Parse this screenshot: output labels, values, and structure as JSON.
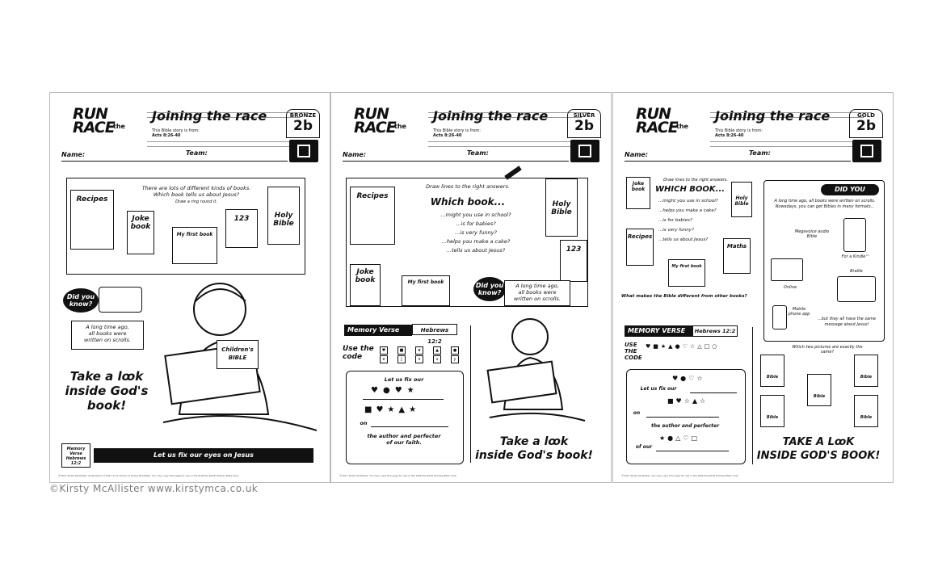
{
  "sheets": [
    {
      "logo_top": "RUN",
      "logo_the": "the",
      "logo_bottom": "RACE",
      "title": "Joining the race",
      "story_intro": "This Bible story is from:",
      "reference": "Acts 8:26-40",
      "level": "BRONZE",
      "code": "2b",
      "name_label": "Name:",
      "team_label": "Team:",
      "instructions_1": "There are lots of different kinds of books.",
      "instructions_2": "Which book tells us about Jesus?",
      "instructions_3": "Draw a ring round it.",
      "books": [
        "Recipes",
        "Joke book",
        "My first book",
        "123",
        "Holy Bible"
      ],
      "did_you_know": "Did you know?",
      "fact_1": "A long time ago,",
      "fact_2": "all books were",
      "fact_3": "written on scrolls.",
      "bible_cover": "Children's BIBLE",
      "slogan_1": "Take a l",
      "slogan_2": "k",
      "slogan_3": "inside God's",
      "slogan_4": "book!",
      "memory_label": "Memory Verse",
      "memory_ref": "Hebrews 12:2",
      "bar_text": "Let us fix our eyes on Jesus",
      "footer": "©2017 Kirsty McAllister. Illustrations ©2017 S.Lia Fenton & Kirsty McAllister. You may copy this page for use in the RUN the RACE Holiday Bible Club."
    },
    {
      "title": "Joining the race",
      "story_intro": "This Bible story is from:",
      "reference": "Acts 8:26-40",
      "level": "SILVER",
      "code": "2b",
      "name_label": "Name:",
      "team_label": "Team:",
      "instruction": "Draw lines to the right answers.",
      "heading": "Which book...",
      "questions": [
        "...might you use in school?",
        "...is for babies?",
        "...is very funny?",
        "...helps you make a cake?",
        "...tells us about Jesus?"
      ],
      "did_you_know": "Did you know?",
      "fact_1": "A long time ago,",
      "fact_2": "all books were",
      "fact_3": "written on scrolls.",
      "memory_label": "Memory Verse",
      "memory_ref": "Hebrews 12:2",
      "use_code": "Use the code",
      "code_letters": [
        "e",
        "J",
        "s",
        "u",
        "y"
      ],
      "verse_1": "Let us fix our",
      "verse_on": "on",
      "verse_2": "the author and perfecter",
      "verse_3": "of our faith.",
      "slogan_1": "Take a l",
      "slogan_2": "k",
      "slogan_3": "inside God's book!",
      "footer": "©2017 Kirsty McAllister. You may copy this page for use in the RUN the RACE Holiday Bible Club."
    },
    {
      "title": "Joining the race",
      "story_intro": "This Bible story is from:",
      "reference": "Acts 8:26-40",
      "level": "GOLD",
      "code": "2b",
      "name_label": "Name:",
      "team_label": "Team:",
      "instruction": "Draw lines to the right answers.",
      "heading": "WHICH BOOK...",
      "questions": [
        "...might you use in school?",
        "...helps you make a cake?",
        "...is for babies?",
        "...is very funny?",
        "...tells us about Jesus?"
      ],
      "question_bottom": "What makes the Bible different from other books?",
      "did_you_know": "DID YOU KNOW?",
      "fact": "A long time ago, all books were written on scrolls. Nowadays, you can get Bibles in many formats...",
      "formats": [
        "Megavoice audio Bible",
        "For a Kindle™",
        "Online",
        "Braille",
        "Mobile phone app"
      ],
      "fact_end": "...but they all have the same message about Jesus!",
      "memory_label": "MEMORY VERSE",
      "memory_ref": "Hebrews 12:2",
      "use_code": "USE THE CODE",
      "verse_1": "Let us fix our",
      "verse_on": "on",
      "verse_2": "the author and perfecter",
      "verse_3": "of our",
      "same_prompt": "Which two pictures are exactly the same?",
      "bible_label": "Bible",
      "slogan_1": "TAKE A L",
      "slogan_2": "K",
      "slogan_3": "INSIDE GOD'S BOOK!",
      "footer": "©2017 Kirsty McAllister. You may copy this page for use in the RUN the RACE Holiday Bible Club."
    }
  ],
  "copyright": "©Kirsty McAllister  www.kirstymca.co.uk",
  "colors": {
    "ink": "#111111",
    "border": "#b9b9b9",
    "caption": "#7c7c7c"
  },
  "icons": [
    "bible-icon",
    "scroll-icon",
    "pencil-icon",
    "kindle-icon",
    "laptop-icon",
    "phone-icon"
  ]
}
